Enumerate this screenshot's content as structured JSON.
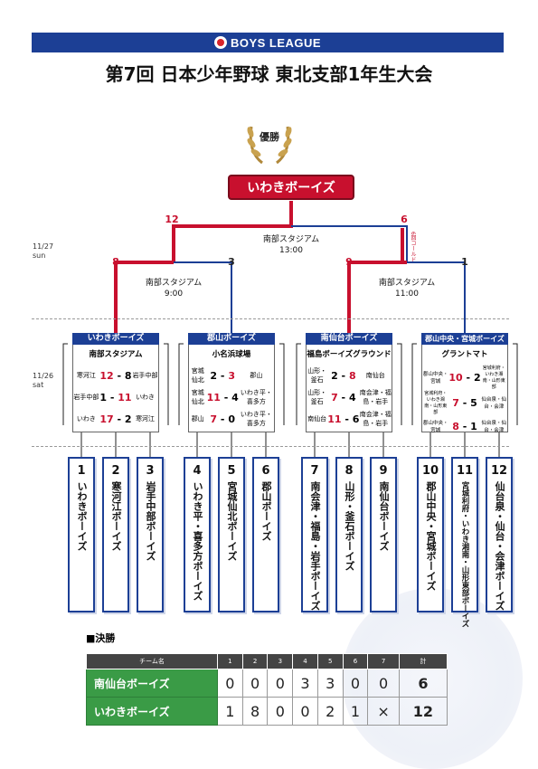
{
  "header": {
    "logo": "BOYS LEAGUE"
  },
  "title": "第7回 日本少年野球 東北支部1年生大会",
  "champion_label": "優勝",
  "champion": "いわきボーイズ",
  "dates": {
    "sun": [
      "11/27",
      "sun"
    ],
    "sat": [
      "11/26",
      "sat"
    ]
  },
  "final_round": {
    "venue": "南部スタジアム",
    "time": "13:00",
    "left_score": "12",
    "right_score": "6",
    "called_note": "6回コールド"
  },
  "semifinals": [
    {
      "venue": "南部スタジアム",
      "time": "9:00",
      "left_score": "8",
      "right_score": "3"
    },
    {
      "venue": "南部スタジアム",
      "time": "11:00",
      "left_score": "9",
      "right_score": "1"
    }
  ],
  "groups": [
    {
      "winner": "いわきボーイズ",
      "venue": "南部スタジアム",
      "games": [
        [
          "寒河江",
          "12",
          "8",
          "岩手中部"
        ],
        [
          "岩手中部",
          "1",
          "11",
          "いわき"
        ],
        [
          "いわき",
          "17",
          "2",
          "寒河江"
        ]
      ]
    },
    {
      "winner": "郡山ボーイズ",
      "venue": "小名浜球場",
      "games": [
        [
          "宮城仙北",
          "2",
          "3",
          "郡山"
        ],
        [
          "宮城仙北",
          "11",
          "4",
          "いわき平・喜多方"
        ],
        [
          "郡山",
          "7",
          "0",
          "いわき平・喜多方"
        ]
      ]
    },
    {
      "winner": "南仙台ボーイズ",
      "venue": "福島ボーイズグラウンド",
      "games": [
        [
          "山形・釜石",
          "2",
          "8",
          "南仙台"
        ],
        [
          "山形・釜石",
          "7",
          "4",
          "南会津・福島・岩手"
        ],
        [
          "南仙台",
          "11",
          "6",
          "南会津・福島・岩手"
        ]
      ]
    },
    {
      "winner": "郡山中央・宮城ボーイズ",
      "venue": "グラントマト",
      "games": [
        [
          "郡山中央・宮城",
          "10",
          "2",
          "宮城利府・いわき湘南・山形東部"
        ],
        [
          "宮城利府・いわき湘南・山形東部",
          "7",
          "5",
          "仙台泉・仙台・会津"
        ],
        [
          "郡山中央・宮城",
          "8",
          "1",
          "仙台泉・仙台・会津"
        ]
      ]
    }
  ],
  "teams": [
    {
      "num": "1",
      "name": "いわきボーイズ"
    },
    {
      "num": "2",
      "name": "寒河江ボーイズ"
    },
    {
      "num": "3",
      "name": "岩手中部ボーイズ"
    },
    {
      "num": "4",
      "name": "いわき平・喜多方ボーイズ"
    },
    {
      "num": "5",
      "name": "宮城仙北ボーイズ"
    },
    {
      "num": "6",
      "name": "郡山ボーイズ"
    },
    {
      "num": "7",
      "name": "南会津・福島・岩手ボーイズ"
    },
    {
      "num": "8",
      "name": "山形・釜石ボーイズ"
    },
    {
      "num": "9",
      "name": "南仙台ボーイズ"
    },
    {
      "num": "10",
      "name": "郡山中央・宮城ボーイズ"
    },
    {
      "num": "11",
      "name": "宮城利府・いわき湘南・山形東部ボーイズ"
    },
    {
      "num": "12",
      "name": "仙台泉・仙台・会津ボーイズ"
    }
  ],
  "final": {
    "label": "■決勝",
    "headers": [
      "チーム名",
      "1",
      "2",
      "3",
      "4",
      "5",
      "6",
      "7",
      "計"
    ],
    "rows": [
      {
        "team": "南仙台ボーイズ",
        "innings": [
          "0",
          "0",
          "0",
          "3",
          "3",
          "0",
          "0"
        ],
        "total": "6"
      },
      {
        "team": "いわきボーイズ",
        "innings": [
          "1",
          "8",
          "0",
          "0",
          "2",
          "1",
          "×"
        ],
        "total": "12"
      }
    ]
  },
  "colors": {
    "win_line": "#c8102e",
    "lose_line": "#1c3f95",
    "team_green": "#3a9b46"
  }
}
